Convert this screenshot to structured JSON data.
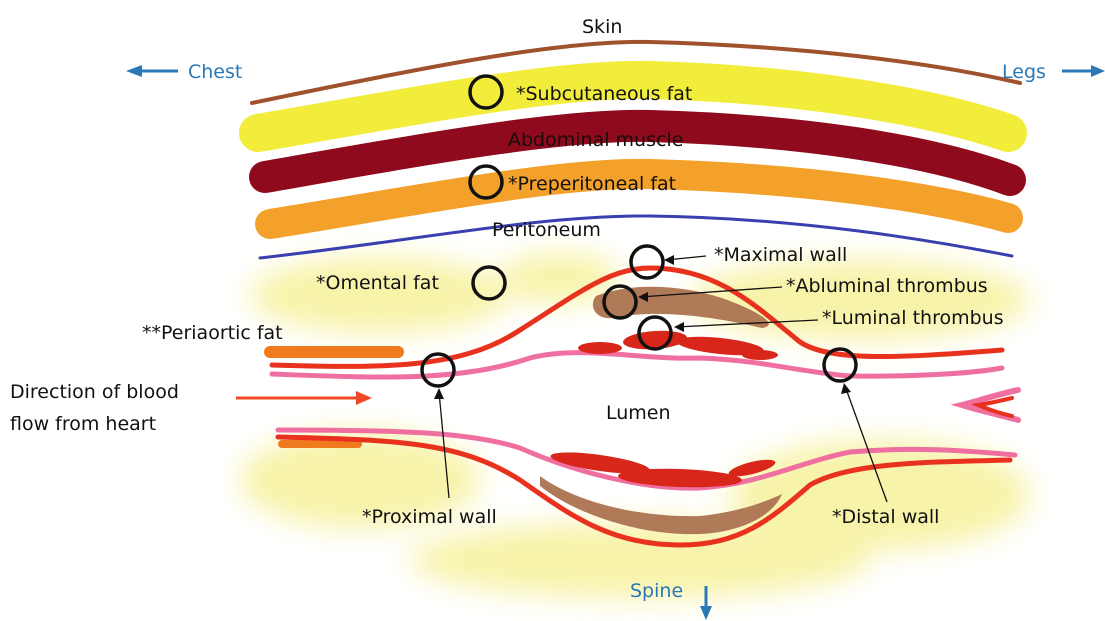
{
  "labels": {
    "skin": "Skin",
    "chest": "Chest",
    "legs": "Legs",
    "spine": "Spine",
    "subcutaneous_fat": "*Subcutaneous fat",
    "abdominal_muscle": "Abdominal muscle",
    "preperitoneal_fat": "*Preperitoneal fat",
    "peritoneum": "Peritoneum",
    "omental_fat": "*Omental fat",
    "maximal_wall": "*Maximal wall",
    "abluminal_thrombus": "*Abluminal thrombus",
    "luminal_thrombus": "*Luminal thrombus",
    "periaortic_fat": "**Periaortic fat",
    "blood_flow_line1": "Direction of blood",
    "blood_flow_line2": "flow from heart",
    "lumen": "Lumen",
    "proximal_wall": "*Proximal wall",
    "distal_wall": "*Distal wall"
  },
  "colors": {
    "skin": "#a0522d",
    "subcutaneous_fat": "#f2ec3a",
    "abdominal_muscle": "#8e0a1c",
    "preperitoneal_fat": "#f4a12b",
    "peritoneum": "#3a3fb0",
    "omental_fat": "#f6f19a",
    "aortic_wall": "#e8321e",
    "intima": "#ef6fa0",
    "abluminal_thrombus": "#b07a58",
    "luminal_thrombus": "#d8261a",
    "periaortic_fat": "#f07a1e",
    "direction_arrows": "#2a78b8",
    "blood_flow_arrow": "#ef4a25",
    "sample_rings": "#111111"
  }
}
